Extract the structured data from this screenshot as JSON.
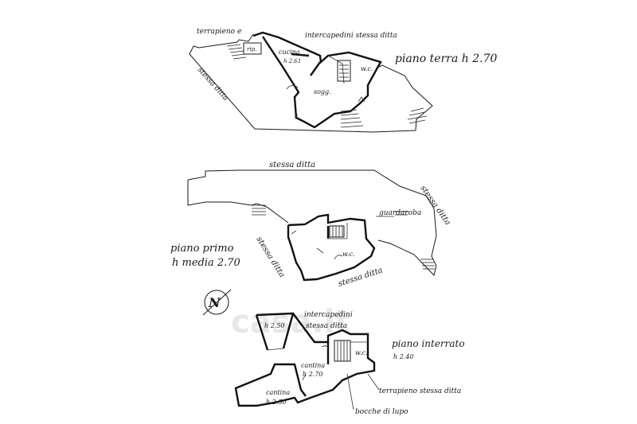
{
  "ground_floor": {
    "title": "piano terra h 2.70",
    "labels": {
      "fill_left": "terrapieno e",
      "cavity": "intercapedini stessa ditta",
      "rip": "rip.",
      "kitchen": "cucina",
      "kitchen_height": "h 2.61",
      "wc": "w.c.",
      "living": "sogg.",
      "same_firm": "stessa ditta"
    }
  },
  "first_floor": {
    "title_line1": "piano primo",
    "title_line2": "h media 2.70",
    "labels": {
      "top": "stessa ditta",
      "right": "stessa ditta",
      "wardrobe": "guardaroba",
      "left": "stessa ditta",
      "wc": "w.c.",
      "bottom": "stessa ditta"
    }
  },
  "basement": {
    "title": "piano interrato",
    "height": "h 2.40",
    "labels": {
      "cavity_line1": "intercapedini",
      "cavity_line2": "stessa ditta",
      "room_height_small": "h 2.50",
      "wc": "w.c.",
      "cellar": "cantina",
      "cellar_height": "h 2.70",
      "cellar2": "cantina",
      "cellar2_height": "h 2.50",
      "fill": "terrapieno stessa ditta",
      "vent": "bocche di lupo"
    }
  },
  "north_arrow": {
    "label": "N"
  },
  "watermark": "casa.it"
}
